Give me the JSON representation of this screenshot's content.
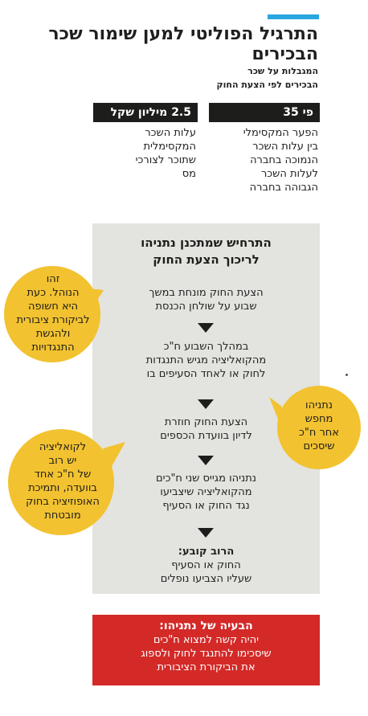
{
  "colors": {
    "accent": "#29a7df",
    "dark": "#1d1d1b",
    "panel": "#e3e3df",
    "bubble": "#f2c230",
    "red": "#d32a28"
  },
  "header": {
    "title": "התרגיל הפוליטי למען שימור שכר הבכירים",
    "subtitle_lead": "המגבלות על שכר",
    "subtitle_rest": "הבכירים לפי הצעת החוק"
  },
  "stats": [
    {
      "value": "פי 35",
      "lines": [
        "הפער המקסימלי",
        "בין עלות השכר",
        "הנמוכה בחברה",
        "לעלות השכר",
        "הגבוהה בחברה"
      ]
    },
    {
      "value": "2.5 מיליון שקל",
      "lines": [
        "עלות השכר",
        "המקסימלית",
        "שתוכר לצורכי",
        "מס"
      ]
    }
  ],
  "scenario": {
    "title_lines": [
      "התרחיש שמתכנן נתניהו",
      "לריכוך הצעת החוק"
    ],
    "steps": [
      {
        "lines": [
          "הצעת החוק מונחת במשך",
          "שבוע על שולחן הכנסת"
        ]
      },
      {
        "lines": [
          "במהלך השבוע ח\"כ",
          "מהקואליציה מגיש התנגדות",
          "לחוק או לאחד הסעיפים בו"
        ]
      },
      {
        "lines": [
          "הצעת החוק חוזרת",
          "לדיון בוועדת הכספים"
        ]
      },
      {
        "lines": [
          "נתניהו מגייס שני ח\"כים",
          "מהקואליציה שיצביעו",
          "נגד החוק או הסעיף"
        ]
      },
      {
        "head": "הרוב קובע:",
        "lines": [
          "החוק או הסעיף",
          "שעליו הצביעו נופלים"
        ]
      }
    ]
  },
  "bubbles": [
    {
      "lines": [
        "זהו",
        "הנוהל. כעת",
        "היא חשופה",
        "לביקורת ציבורית",
        "ולהגשת",
        "התנגדויות"
      ]
    },
    {
      "lines": [
        "נתניהו",
        "מחפש",
        "אחר ח\"כ",
        "שיסכים"
      ]
    },
    {
      "lines": [
        "לקואליציה",
        "יש רוב",
        "של ח\"כ אחד",
        "בוועדה, ותמיכת",
        "האופוזיציה בחוק",
        "מובטחת"
      ]
    }
  ],
  "problem": {
    "title": "הבעיה של נתניהו:",
    "lines": [
      "יהיה קשה למצוא ח\"כים",
      "שיסכימו להתנגד לחוק ולספוג",
      "את הביקורת הציבורית"
    ]
  }
}
